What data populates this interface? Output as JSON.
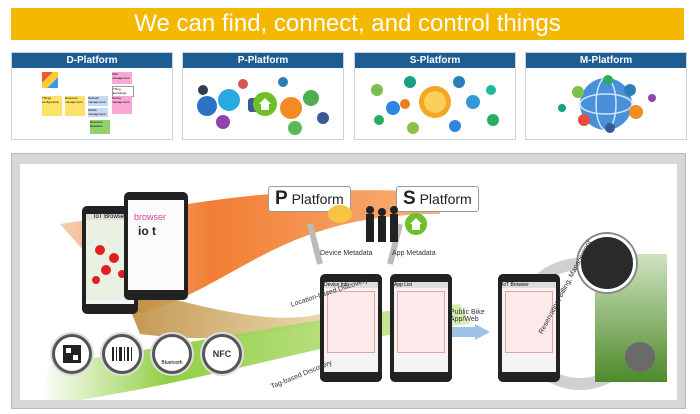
{
  "banner": {
    "title": "We can find, connect, and control things"
  },
  "platforms": [
    {
      "name": "D-Platform",
      "boxes": [
        "Things configuration",
        "Resource management",
        "Network management",
        "Thing Exchange",
        "Web management",
        "Device management",
        "Mobile management",
        "Resource allocation"
      ]
    },
    {
      "name": "P-Platform"
    },
    {
      "name": "S-Platform"
    },
    {
      "name": "M-Platform"
    }
  ],
  "diagram": {
    "p_platform_label": {
      "letter": "P",
      "rest": "Platform"
    },
    "s_platform_label": {
      "letter": "S",
      "rest": "Platform"
    },
    "device_metadata": "Device Metadata",
    "app_metadata": "App Metadata",
    "location_discovery": "Location-based Discovery",
    "tag_discovery": "Tag-based Discovery",
    "reservation_label": "Reservation, Billing, Management",
    "public_bike": "Public Bike App/Web",
    "browser_label": "browser",
    "iot_label": "io t",
    "iot_browser_title": "IoT Browser",
    "bluetooth": "Bluetooth",
    "nfc": "NFC",
    "screen_texts": {
      "device_info": "Device Info",
      "app_list": "App List",
      "iot_browser": "IoT Browser"
    }
  }
}
